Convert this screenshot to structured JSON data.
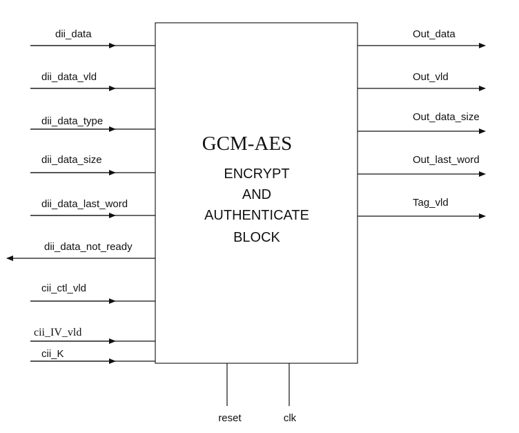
{
  "block": {
    "title": "GCM-AES",
    "line1": "ENCRYPT",
    "line2": "AND",
    "line3": "AUTHENTICATE",
    "line4": "BLOCK"
  },
  "inputs_left": [
    {
      "label": "dii_data"
    },
    {
      "label": "dii_data_vld"
    },
    {
      "label": "dii_data_type"
    },
    {
      "label": "dii_data_size"
    },
    {
      "label": "dii_data_last_word"
    },
    {
      "label": "dii_data_not_ready"
    },
    {
      "label": "cii_ctl_vld"
    },
    {
      "label": "cii_IV_vld"
    },
    {
      "label": "cii_K"
    }
  ],
  "outputs_right": [
    {
      "label": "Out_data"
    },
    {
      "label": "Out_vld"
    },
    {
      "label": "Out_data_size"
    },
    {
      "label": "Out_last_word"
    },
    {
      "label": "Tag_vld"
    }
  ],
  "bottom_inputs": [
    {
      "label": "reset"
    },
    {
      "label": "clk"
    }
  ],
  "colors": {
    "line": "#111111",
    "block_border": "#222222",
    "text": "#111111"
  }
}
